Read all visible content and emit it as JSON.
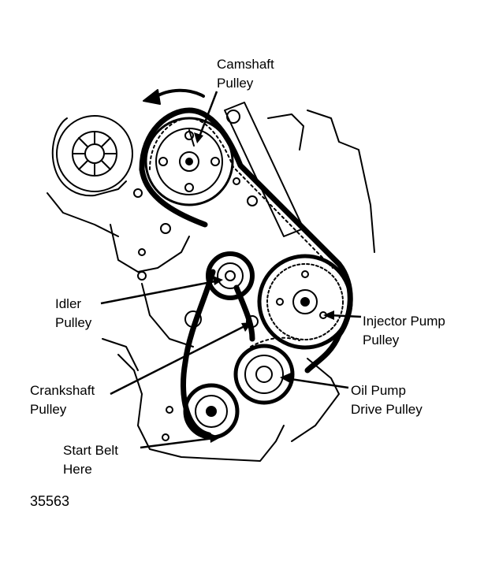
{
  "labels": {
    "camshaft": [
      "Camshaft",
      "Pulley"
    ],
    "idler": [
      "Idler",
      "Pulley"
    ],
    "injector": [
      "Injector Pump",
      "Pulley"
    ],
    "crankshaft": [
      "Crankshaft",
      "Pulley"
    ],
    "oil_pump": [
      "Oil Pump",
      "Drive Pulley"
    ],
    "start_belt": [
      "Start Belt",
      "Here"
    ]
  },
  "figure_number": "35563",
  "colors": {
    "ink": "#000000",
    "paper": "#ffffff"
  }
}
